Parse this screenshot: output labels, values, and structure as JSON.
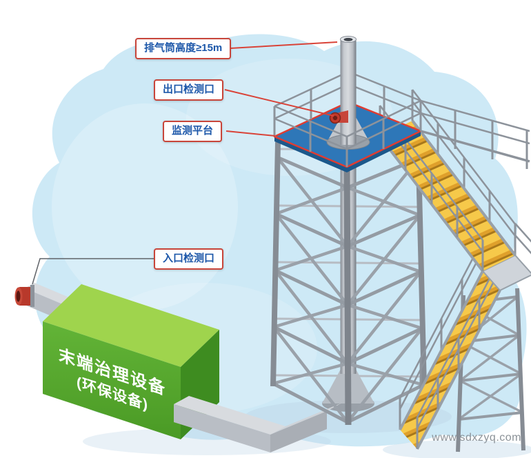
{
  "diagram": {
    "labels": {
      "stack_height": "排气筒高度≥15m",
      "outlet_port": "出口检测口",
      "platform": "监测平台",
      "inlet_port": "入口检测口",
      "equipment_line1": "末端治理设备",
      "equipment_line2": "(环保设备)"
    },
    "watermark": "www.sdxzyq.com",
    "colors": {
      "background_blob": "#cde9f6",
      "label_border": "#c8453a",
      "label_text": "#1d57a9",
      "platform_blue": "#2e77b8",
      "platform_outline": "#e03c31",
      "equipment_green_top": "#9fd44d",
      "equipment_green_front": "#58a52e",
      "equipment_green_side": "#3e8c20",
      "stairs_yellow": "#f6c94a",
      "stairs_riser_orange": "#dfa02b",
      "steel_gray": "#9aa1a9",
      "inlet_pipe_red": "#b8392b"
    }
  }
}
